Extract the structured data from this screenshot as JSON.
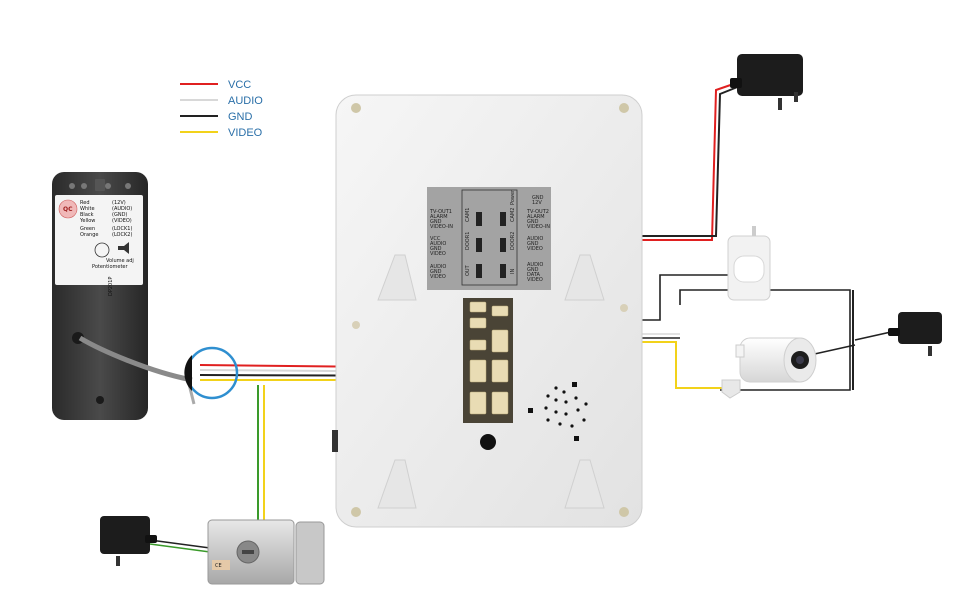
{
  "colors": {
    "vcc": "#e02020",
    "audio": "#d8d8d8",
    "gnd": "#222222",
    "video": "#f2d21a",
    "lock_wire": "#3a9a2a",
    "legend_text": "#2a6fa8",
    "highlight_ring": "#2f8fd0"
  },
  "legend": [
    {
      "label": "VCC",
      "color": "#e02020"
    },
    {
      "label": "AUDIO",
      "color": "#d8d8d8"
    },
    {
      "label": "GND",
      "color": "#222222"
    },
    {
      "label": "VIDEO",
      "color": "#f2d21a"
    }
  ],
  "outdoor_unit": {
    "badge": "QC",
    "wiring_rows": [
      {
        "color": "Red",
        "signal": "(12V)"
      },
      {
        "color": "White",
        "signal": "(AUDIO)"
      },
      {
        "color": "Black",
        "signal": "(GND)"
      },
      {
        "color": "Yellow",
        "signal": "(VIDEO)"
      },
      {
        "color": "Green",
        "signal": "(LOCK1)"
      },
      {
        "color": "Orange",
        "signal": "(LOCK2)"
      }
    ],
    "volume_label": "Volume adj",
    "pot_label": "Potentiometer",
    "model": "DP201P"
  },
  "monitor_panel": {
    "left_labels": [
      "TV-OUT1",
      "ALARM",
      "GND",
      "VIDEO-IN",
      "VCC",
      "AUDIO",
      "GND",
      "VIDEO",
      "AUDIO",
      "GND",
      "VIDEO"
    ],
    "right_labels": [
      "GND",
      "12V",
      "TV-OUT2",
      "ALARM",
      "GND",
      "VIDEO-IN",
      "AUDIO",
      "GND",
      "VIDEO",
      "AUDIO",
      "GND",
      "DATA",
      "VIDEO"
    ],
    "port_labels": [
      "CAM1",
      "DOOR1",
      "OUT",
      "CAM2",
      "DOOR2",
      "IN",
      "Power"
    ]
  },
  "lock_label": "CE"
}
